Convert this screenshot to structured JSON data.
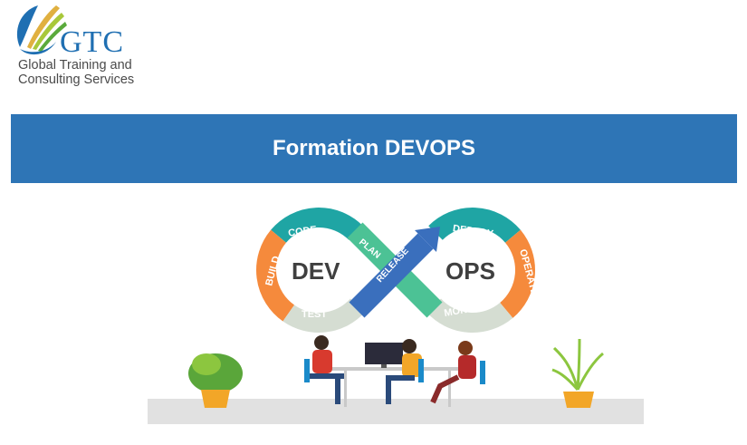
{
  "logo": {
    "brand": "GTC",
    "tagline_line1": "Global Training and",
    "tagline_line2": "Consulting Services"
  },
  "banner": {
    "title": "Formation DEVOPS"
  },
  "devops_loop": {
    "dev_label": "DEV",
    "ops_label": "OPS",
    "stages": [
      "BUILD",
      "CODE",
      "PLAN",
      "RELEASE",
      "DEPLOY",
      "OPERATE",
      "MONITOR",
      "TEST"
    ],
    "colors": {
      "orange": "#f58a3c",
      "teal": "#1fa5a4",
      "green": "#4cc295",
      "blue": "#3a6fbd",
      "grey": "#d5ddd2"
    }
  },
  "colors": {
    "banner": "#2e75b6",
    "floor": "#e1e1e1"
  }
}
